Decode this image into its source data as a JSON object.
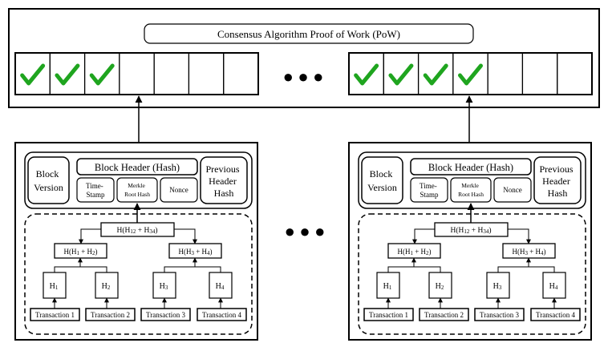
{
  "consensus": {
    "title": "Consensus Algorithm  Proof of Work (PoW)",
    "chain_left_cells": [
      true,
      true,
      true,
      false,
      false,
      false,
      false
    ],
    "chain_right_cells": [
      true,
      true,
      true,
      true,
      false,
      false,
      false
    ],
    "check_color": "#1fa51f",
    "ellipsis": "● ● ●"
  },
  "block": {
    "version_line1": "Block",
    "version_line2": "Version",
    "header_title": "Block Header (Hash)",
    "timestamp_line1": "Time-",
    "timestamp_line2": "Stamp",
    "merkle_line1": "Merkle",
    "merkle_line2": "Root Hash",
    "nonce": "Nonce",
    "prev_line1": "Previous",
    "prev_line2": "Header",
    "prev_line3": "Hash",
    "root_hash": "H(H12 + H34)",
    "pair_left": "H(H1 + H2)",
    "pair_right": "H(H3 + H4)",
    "leaves": [
      "H1",
      "H2",
      "H3",
      "H4"
    ],
    "transactions": [
      "Transaction 1",
      "Transaction 2",
      "Transaction 3",
      "Transaction 4"
    ]
  },
  "middle_ellipsis": "● ● ●"
}
